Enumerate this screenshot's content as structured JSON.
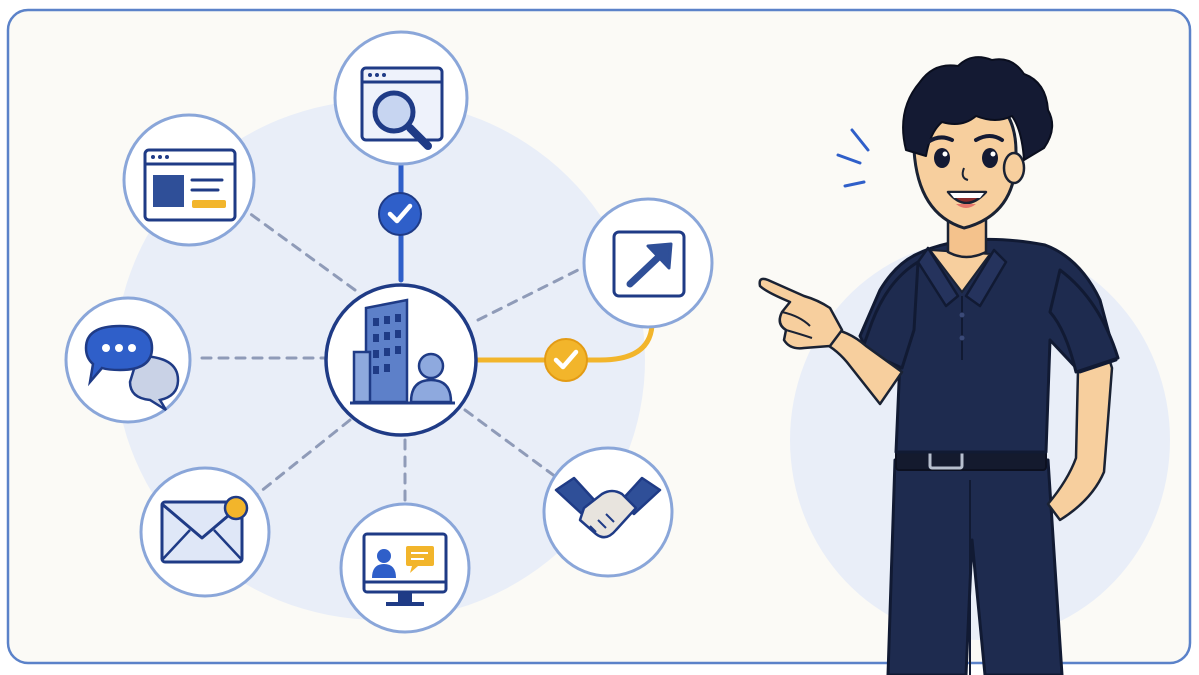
{
  "hub": {
    "icon": "office-building-with-person-icon"
  },
  "nodes": [
    {
      "id": "web-search",
      "icon": "browser-magnifier-icon",
      "link": "solid-blue",
      "badge": "blue-check"
    },
    {
      "id": "website",
      "icon": "browser-window-icon",
      "link": "dashed"
    },
    {
      "id": "external-link",
      "icon": "arrow-up-right-icon",
      "link": "solid-yellow",
      "badge": "yellow-check"
    },
    {
      "id": "chat",
      "icon": "chat-bubbles-icon",
      "link": "dashed"
    },
    {
      "id": "email",
      "icon": "envelope-notification-icon",
      "link": "dashed"
    },
    {
      "id": "video-call",
      "icon": "monitor-video-chat-icon",
      "link": "dashed"
    },
    {
      "id": "partnership",
      "icon": "handshake-icon",
      "link": "dashed"
    }
  ],
  "presenter": {
    "icon": "man-pointing-left-icon",
    "expression": "smiling"
  },
  "colors": {
    "background": "#fbfaf6",
    "frame": "#5b82c9",
    "node_ring": "#8aa6d9",
    "navy": "#1f3b86",
    "blue": "#2f5fc9",
    "yellow": "#f2b52b",
    "halo": "#e9eef8",
    "shirt": "#1e2b4f",
    "skin": "#f7cf9e",
    "hair": "#141a33"
  }
}
